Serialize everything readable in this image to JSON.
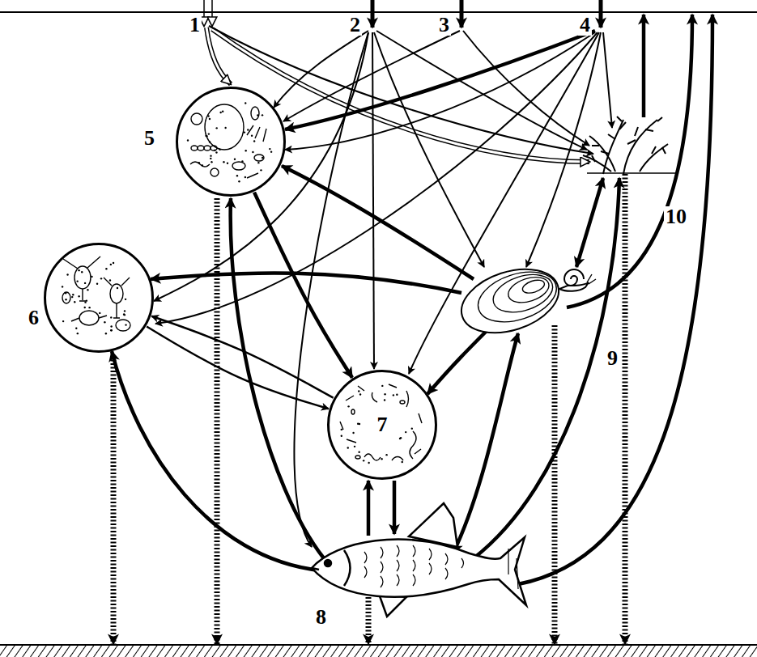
{
  "diagram": {
    "nodes": [
      {
        "text": [
          "5"
        ]
      },
      {
        "text": [
          "6"
        ]
      },
      {
        "text": [
          "7"
        ]
      }
    ],
    "edges": [
      {
        "from": 0,
        "to": 2,
        "arrow": "to"
      },
      {
        "from": 2,
        "to": 1,
        "arrow": "to"
      },
      {
        "from": 1,
        "to": 2,
        "arrow": "to"
      }
    ],
    "labels": [
      "1",
      "2",
      "3",
      "4",
      "8",
      "9",
      "10"
    ]
  }
}
